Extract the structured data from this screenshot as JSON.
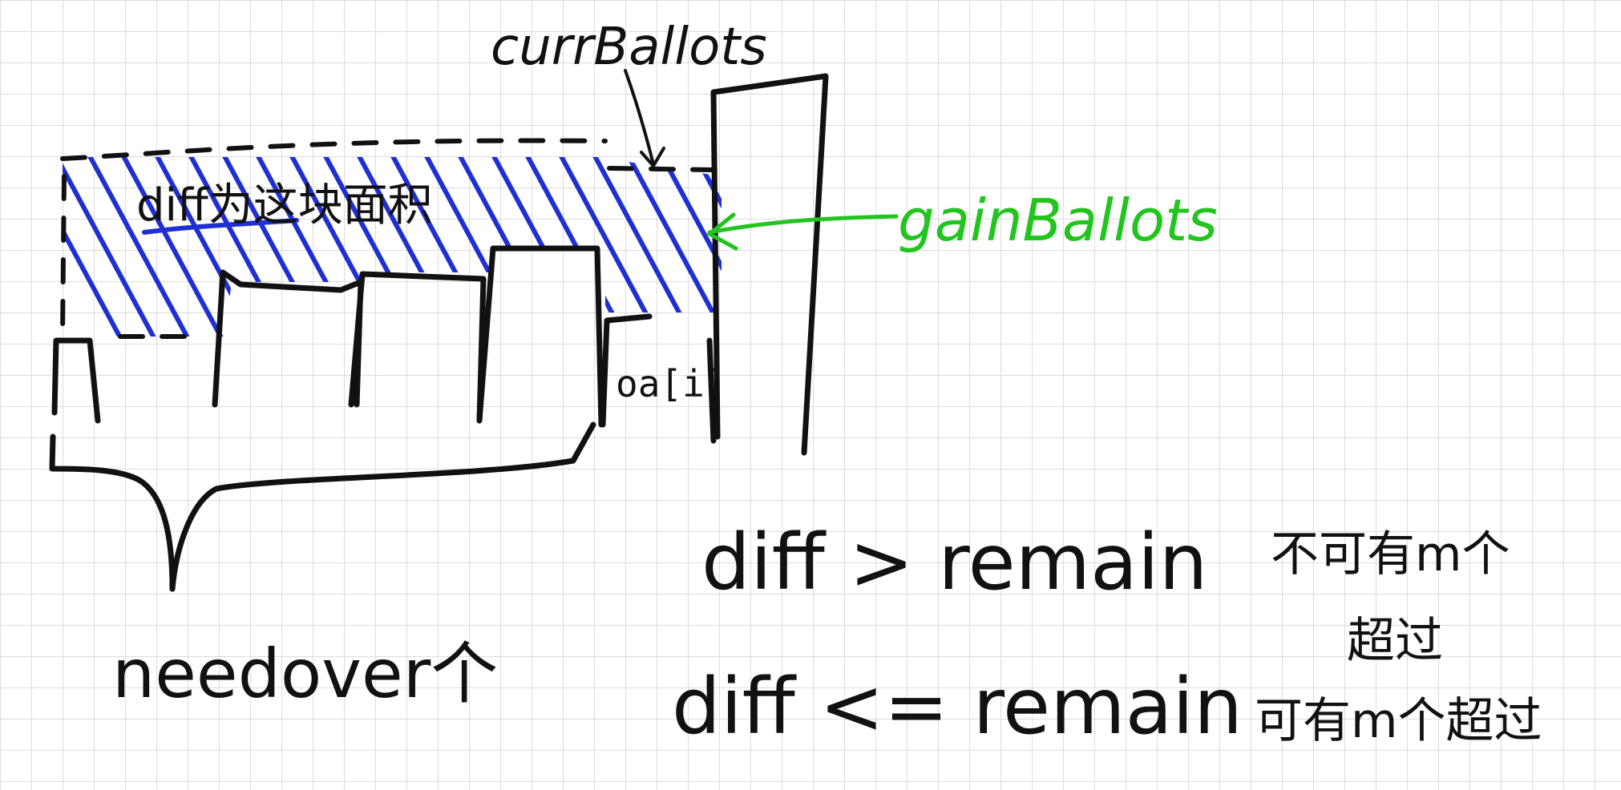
{
  "colors": {
    "ink": "#111111",
    "hatch": "#1f2fd6",
    "accent_green": "#22c41e",
    "grid": "#dcdcdc",
    "background": "#ffffff"
  },
  "labels": {
    "curr_ballots": "currBallots",
    "gain_ballots": "gainBallots",
    "diff_area": "diff为这块面积",
    "oa_i": "oa[i]",
    "need_over": "needover个"
  },
  "conditions": [
    {
      "expr": "diff > remain",
      "result": "不可有m个",
      "result_line2": "超过"
    },
    {
      "expr": "diff <= remain",
      "result": "可有m个超过"
    }
  ]
}
